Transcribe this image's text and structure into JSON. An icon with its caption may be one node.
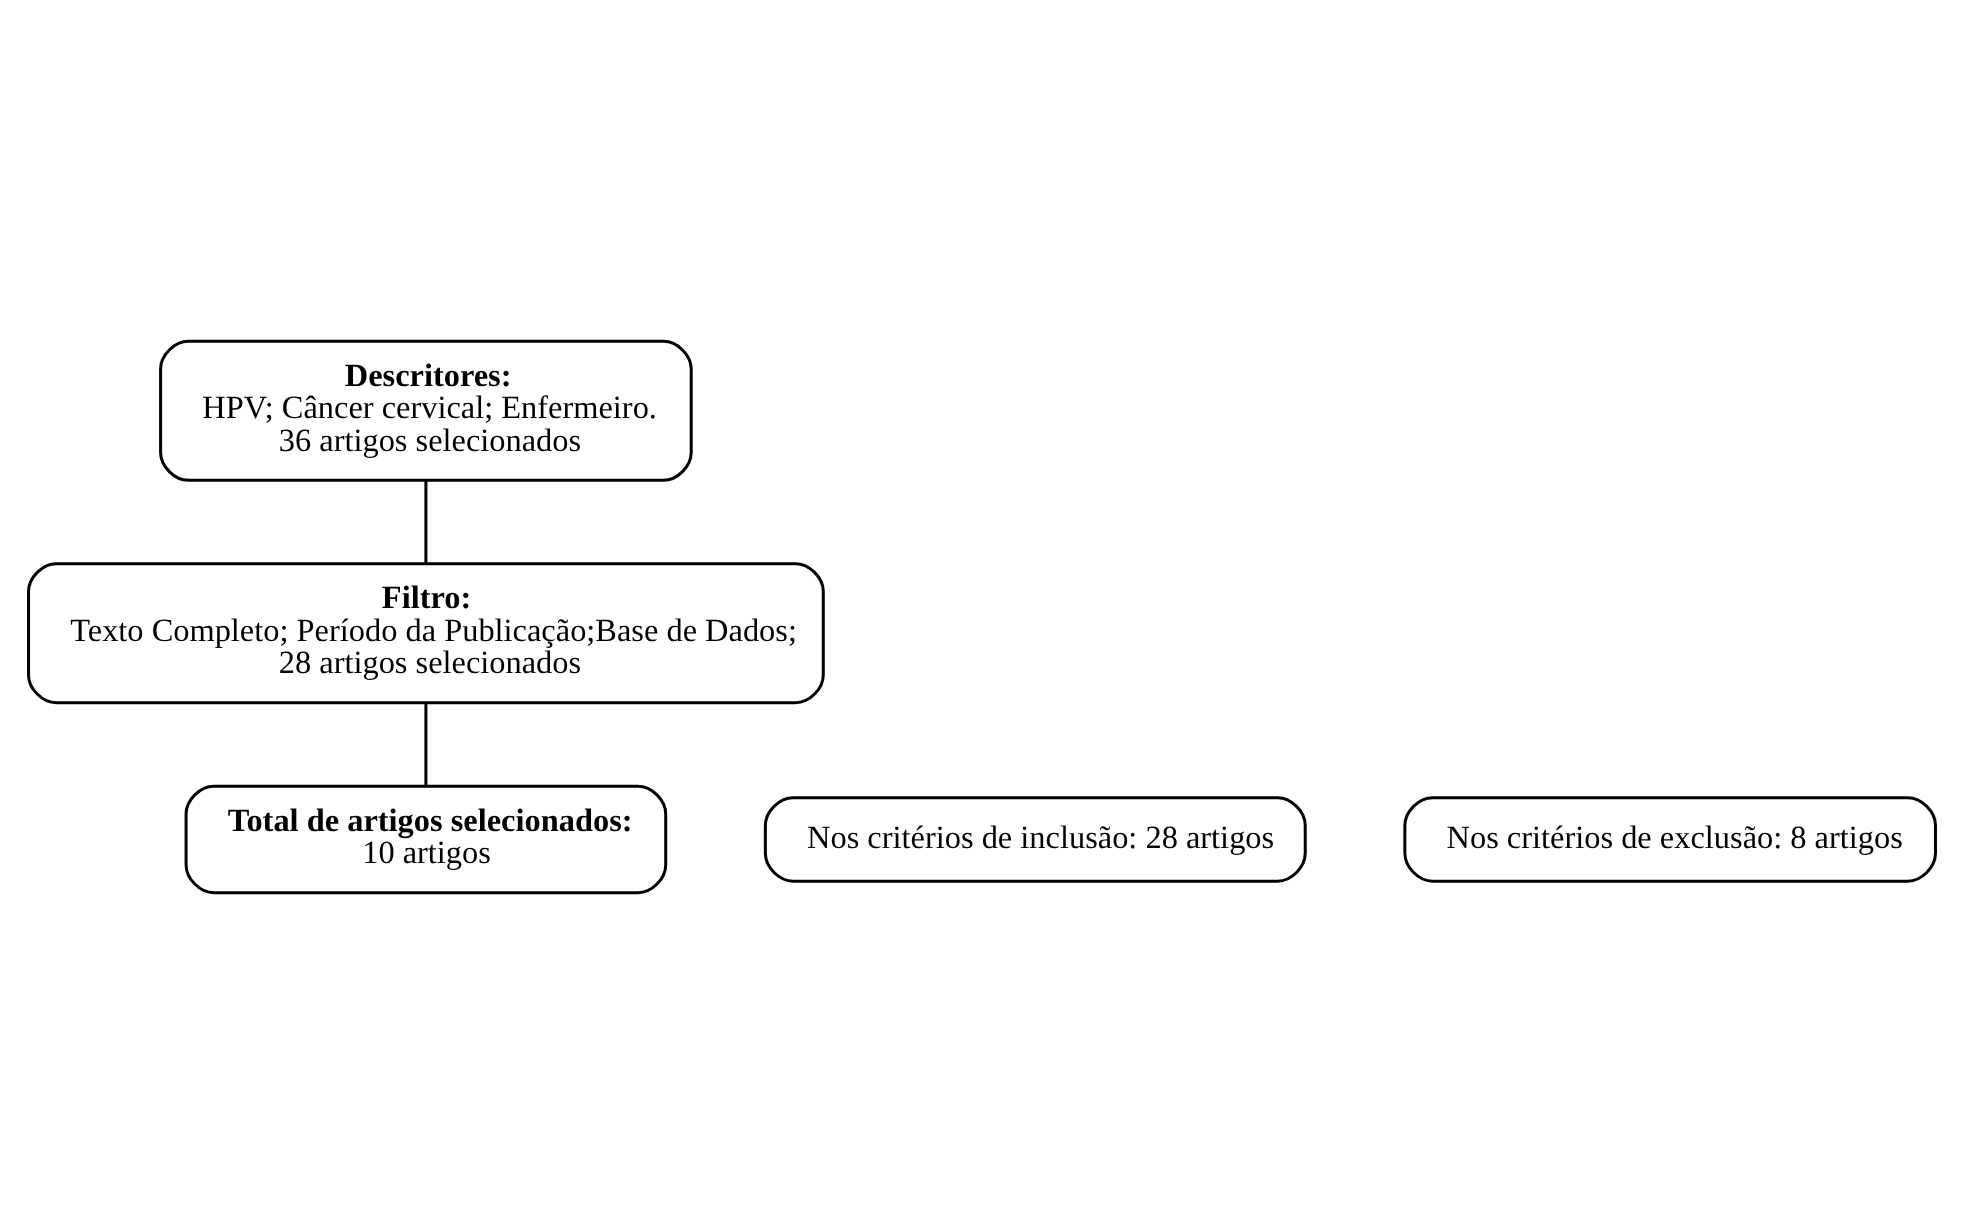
{
  "diagram": {
    "nodes": [
      {
        "text": [
          "Descritores:",
          "HPV; Câncer cervical; Enfermeiro.",
          "36 artigos selecionados"
        ]
      },
      {
        "text": [
          "Filtro:",
          "Texto Completo; Período da Publicação;Base de Dados;",
          "28 artigos selecionados"
        ]
      },
      {
        "text": [
          "Nos critérios de inclusão: 28 artigos"
        ]
      },
      {
        "text": [
          "Nos critérios de exclusão: 8 artigos"
        ]
      },
      {
        "text": [
          "Total de artigos selecionados:",
          "10 artigos"
        ]
      }
    ],
    "edges": [
      {
        "from": 0,
        "to": 1,
        "arrow": "none"
      },
      {
        "from": 1,
        "to": 4,
        "arrow": "none"
      }
    ]
  }
}
